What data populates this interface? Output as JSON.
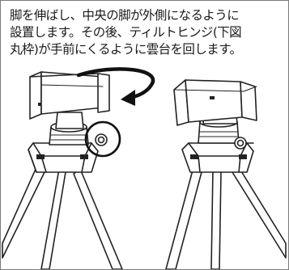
{
  "instruction": {
    "lines": [
      "脚を伸ばし、中央の脚が外側になるように",
      "設置します。その後、ティルトヒンジ(下図",
      "丸枠)が手前にくるように雲台を回します。"
    ]
  },
  "illustration": {
    "left_panel": "tripod-before-rotation",
    "right_panel": "tripod-after-rotation",
    "icons": [
      "rotation-arrow-icon",
      "highlight-circle-icon"
    ]
  },
  "colors": {
    "line": "#222222",
    "fill": "#ffffff",
    "shade": "#e6e6e6",
    "border": "#7a7a7a"
  }
}
